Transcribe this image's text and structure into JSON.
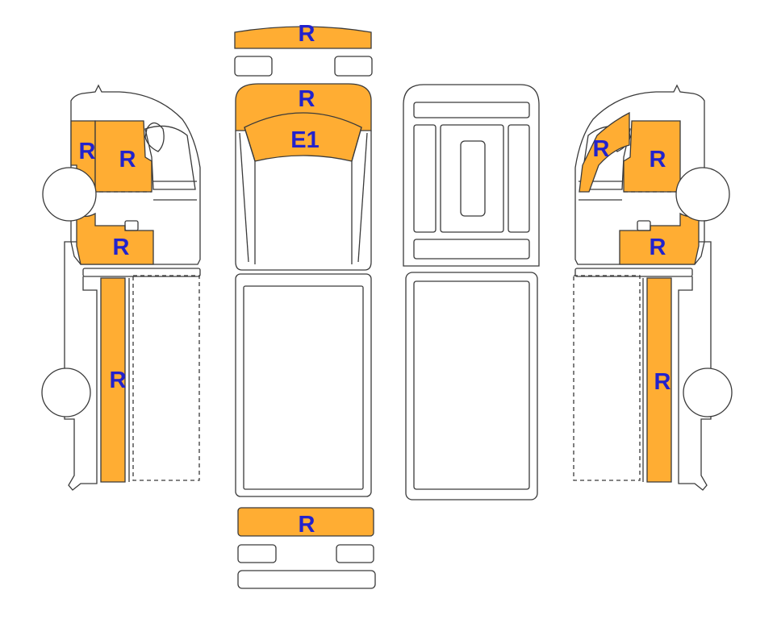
{
  "colors": {
    "background": "#ffffff",
    "outline": "#3a3a3a",
    "damage_fill": "#ffad33",
    "label_text": "#2222cc"
  },
  "legend_codes": {
    "repair": "R",
    "exchange": "E1"
  },
  "panels": {
    "front_bumper": {
      "code": "R"
    },
    "hood": {
      "code": "R"
    },
    "windshield": {
      "code": "E1"
    },
    "left_front_door_lower": {
      "code": "R"
    },
    "left_front_door_upper": {
      "code": "R"
    },
    "left_step": {
      "code": "R"
    },
    "left_bed_side": {
      "code": "R"
    },
    "right_front_door_upper": {
      "code": "R"
    },
    "right_front_door_lower": {
      "code": "R"
    },
    "right_step": {
      "code": "R"
    },
    "right_bed_side": {
      "code": "R"
    },
    "rear_bumper": {
      "code": "R"
    }
  }
}
